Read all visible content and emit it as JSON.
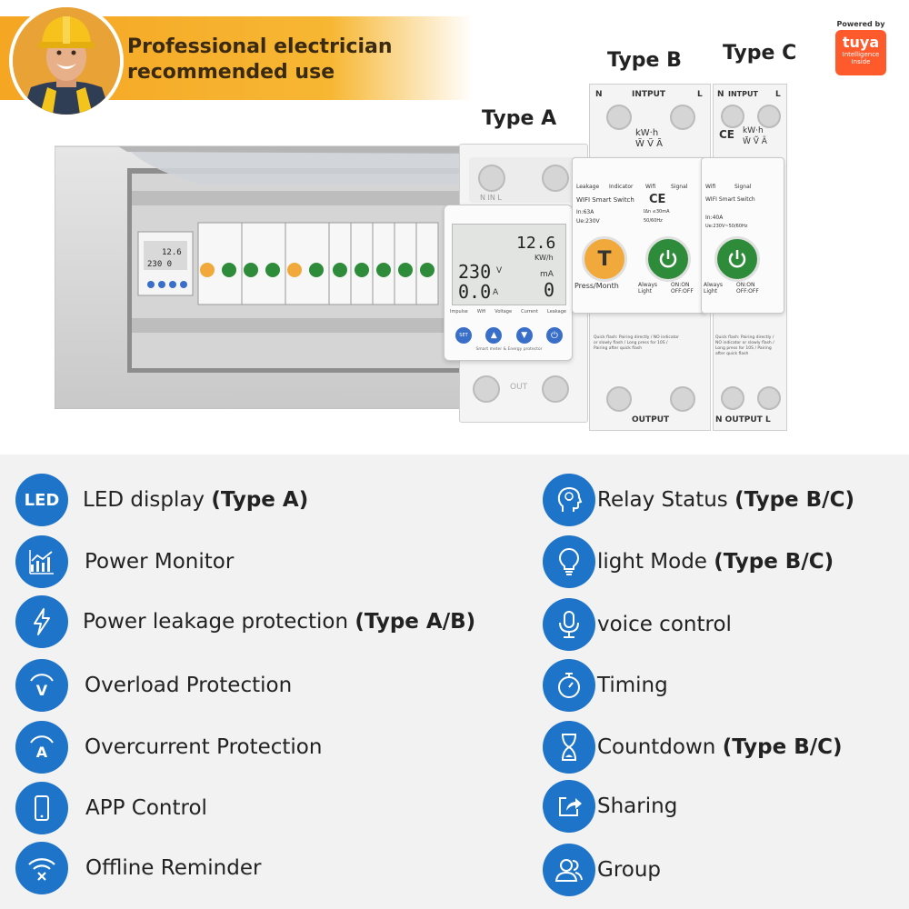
{
  "banner": {
    "line1": "Professional electrician",
    "line2": "recommended use"
  },
  "types": {
    "a": "Type A",
    "b": "Type B",
    "c": "Type C"
  },
  "tuya": {
    "powered_by": "Powered by",
    "brand": "tuya",
    "sub1": "Intelligence",
    "sub2": "Inside"
  },
  "device_a": {
    "kwh_value": "12.6",
    "kwh_unit": "KW/h",
    "voltage_value": "230",
    "voltage_unit": "V",
    "current_value": "0.0",
    "current_unit": "A",
    "ma_unit": "mA",
    "ma_value": "0",
    "ind_labels": [
      "Impulse",
      "Wifi",
      "Voltage",
      "Current",
      "Leakage"
    ],
    "set_label": "SET",
    "footer": "Smart meter & Energy protector",
    "input_letters": "N   IN   L",
    "out_label": "OUT"
  },
  "device_b": {
    "input_label": "INTPUT",
    "n": "N",
    "l": "L",
    "kwh": "kW·h",
    "wva": "W̃ Ṽ Ã",
    "leak_label": "Leakage",
    "indicator_label": "Indicator",
    "wifi_label": "Wifi",
    "signal_label": "Signal",
    "title": "WIFI Smart Switch",
    "ce": "CE",
    "in_rating": "In:63A",
    "ue_rating": "Ue:230V",
    "freq": "50/60Hz",
    "idn": "IΔn ≤30mA",
    "t_label": "T",
    "press_label": "Press/Month",
    "always_light": "Always Light",
    "on_off": "ON:ON OFF:OFF",
    "output_label": "OUTPUT",
    "instructions": "Quick flash: Pairing directly / NO indicator or slowly flash / Long press for 10S / Pairing after quick flash"
  },
  "device_c": {
    "input_label": "INTPUT",
    "n": "N",
    "l": "L",
    "kwh": "kW·h",
    "wva": "W̃ Ṽ Ã",
    "wifi_label": "Wifi",
    "signal_label": "Signal",
    "title": "WIFI Smart Switch",
    "in_rating": "In:40A",
    "ue_rating": "Ue:230V~50/60Hz",
    "ce": "CE",
    "always_light": "Always Light",
    "on_off": "ON:ON OFF:OFF",
    "output_label": "N OUTPUT L",
    "instructions": "Quick flash: Pairing directly / NO indicator or slowly flash / Long press for 10S / Pairing after quick flash"
  },
  "features_left": [
    {
      "icon": "led-icon",
      "text": "LED display ",
      "bold": "(Type A)"
    },
    {
      "icon": "power-monitor-icon",
      "text": "Power Monitor",
      "bold": ""
    },
    {
      "icon": "lightning-icon",
      "text": "Power leakage protection ",
      "bold": "(Type A/B)"
    },
    {
      "icon": "overload-v-icon",
      "text": "Overload Protection",
      "bold": ""
    },
    {
      "icon": "overcurrent-a-icon",
      "text": "Overcurrent Protection",
      "bold": ""
    },
    {
      "icon": "phone-icon",
      "text": "APP Control",
      "bold": ""
    },
    {
      "icon": "wifi-off-icon",
      "text": "Offline Reminder",
      "bold": ""
    }
  ],
  "features_right": [
    {
      "icon": "head-bulb-icon",
      "text": "Relay Status ",
      "bold": "(Type B/C)"
    },
    {
      "icon": "lightbulb-icon",
      "text": "light Mode ",
      "bold": "(Type B/C)"
    },
    {
      "icon": "microphone-icon",
      "text": "voice control",
      "bold": ""
    },
    {
      "icon": "stopwatch-icon",
      "text": "Timing",
      "bold": ""
    },
    {
      "icon": "hourglass-icon",
      "text": "Countdown ",
      "bold": "(Type B/C)"
    },
    {
      "icon": "share-icon",
      "text": "Sharing",
      "bold": ""
    },
    {
      "icon": "group-icon",
      "text": "Group",
      "bold": ""
    }
  ],
  "led_icon_text": "LED",
  "colors": {
    "icon_blue": "#1e74c9",
    "banner_orange": "#f5a623",
    "button_green": "#2e8b3a",
    "button_orange": "#f0a93a",
    "tuya_orange": "#ff5a2c",
    "features_bg": "#f2f2f2"
  }
}
